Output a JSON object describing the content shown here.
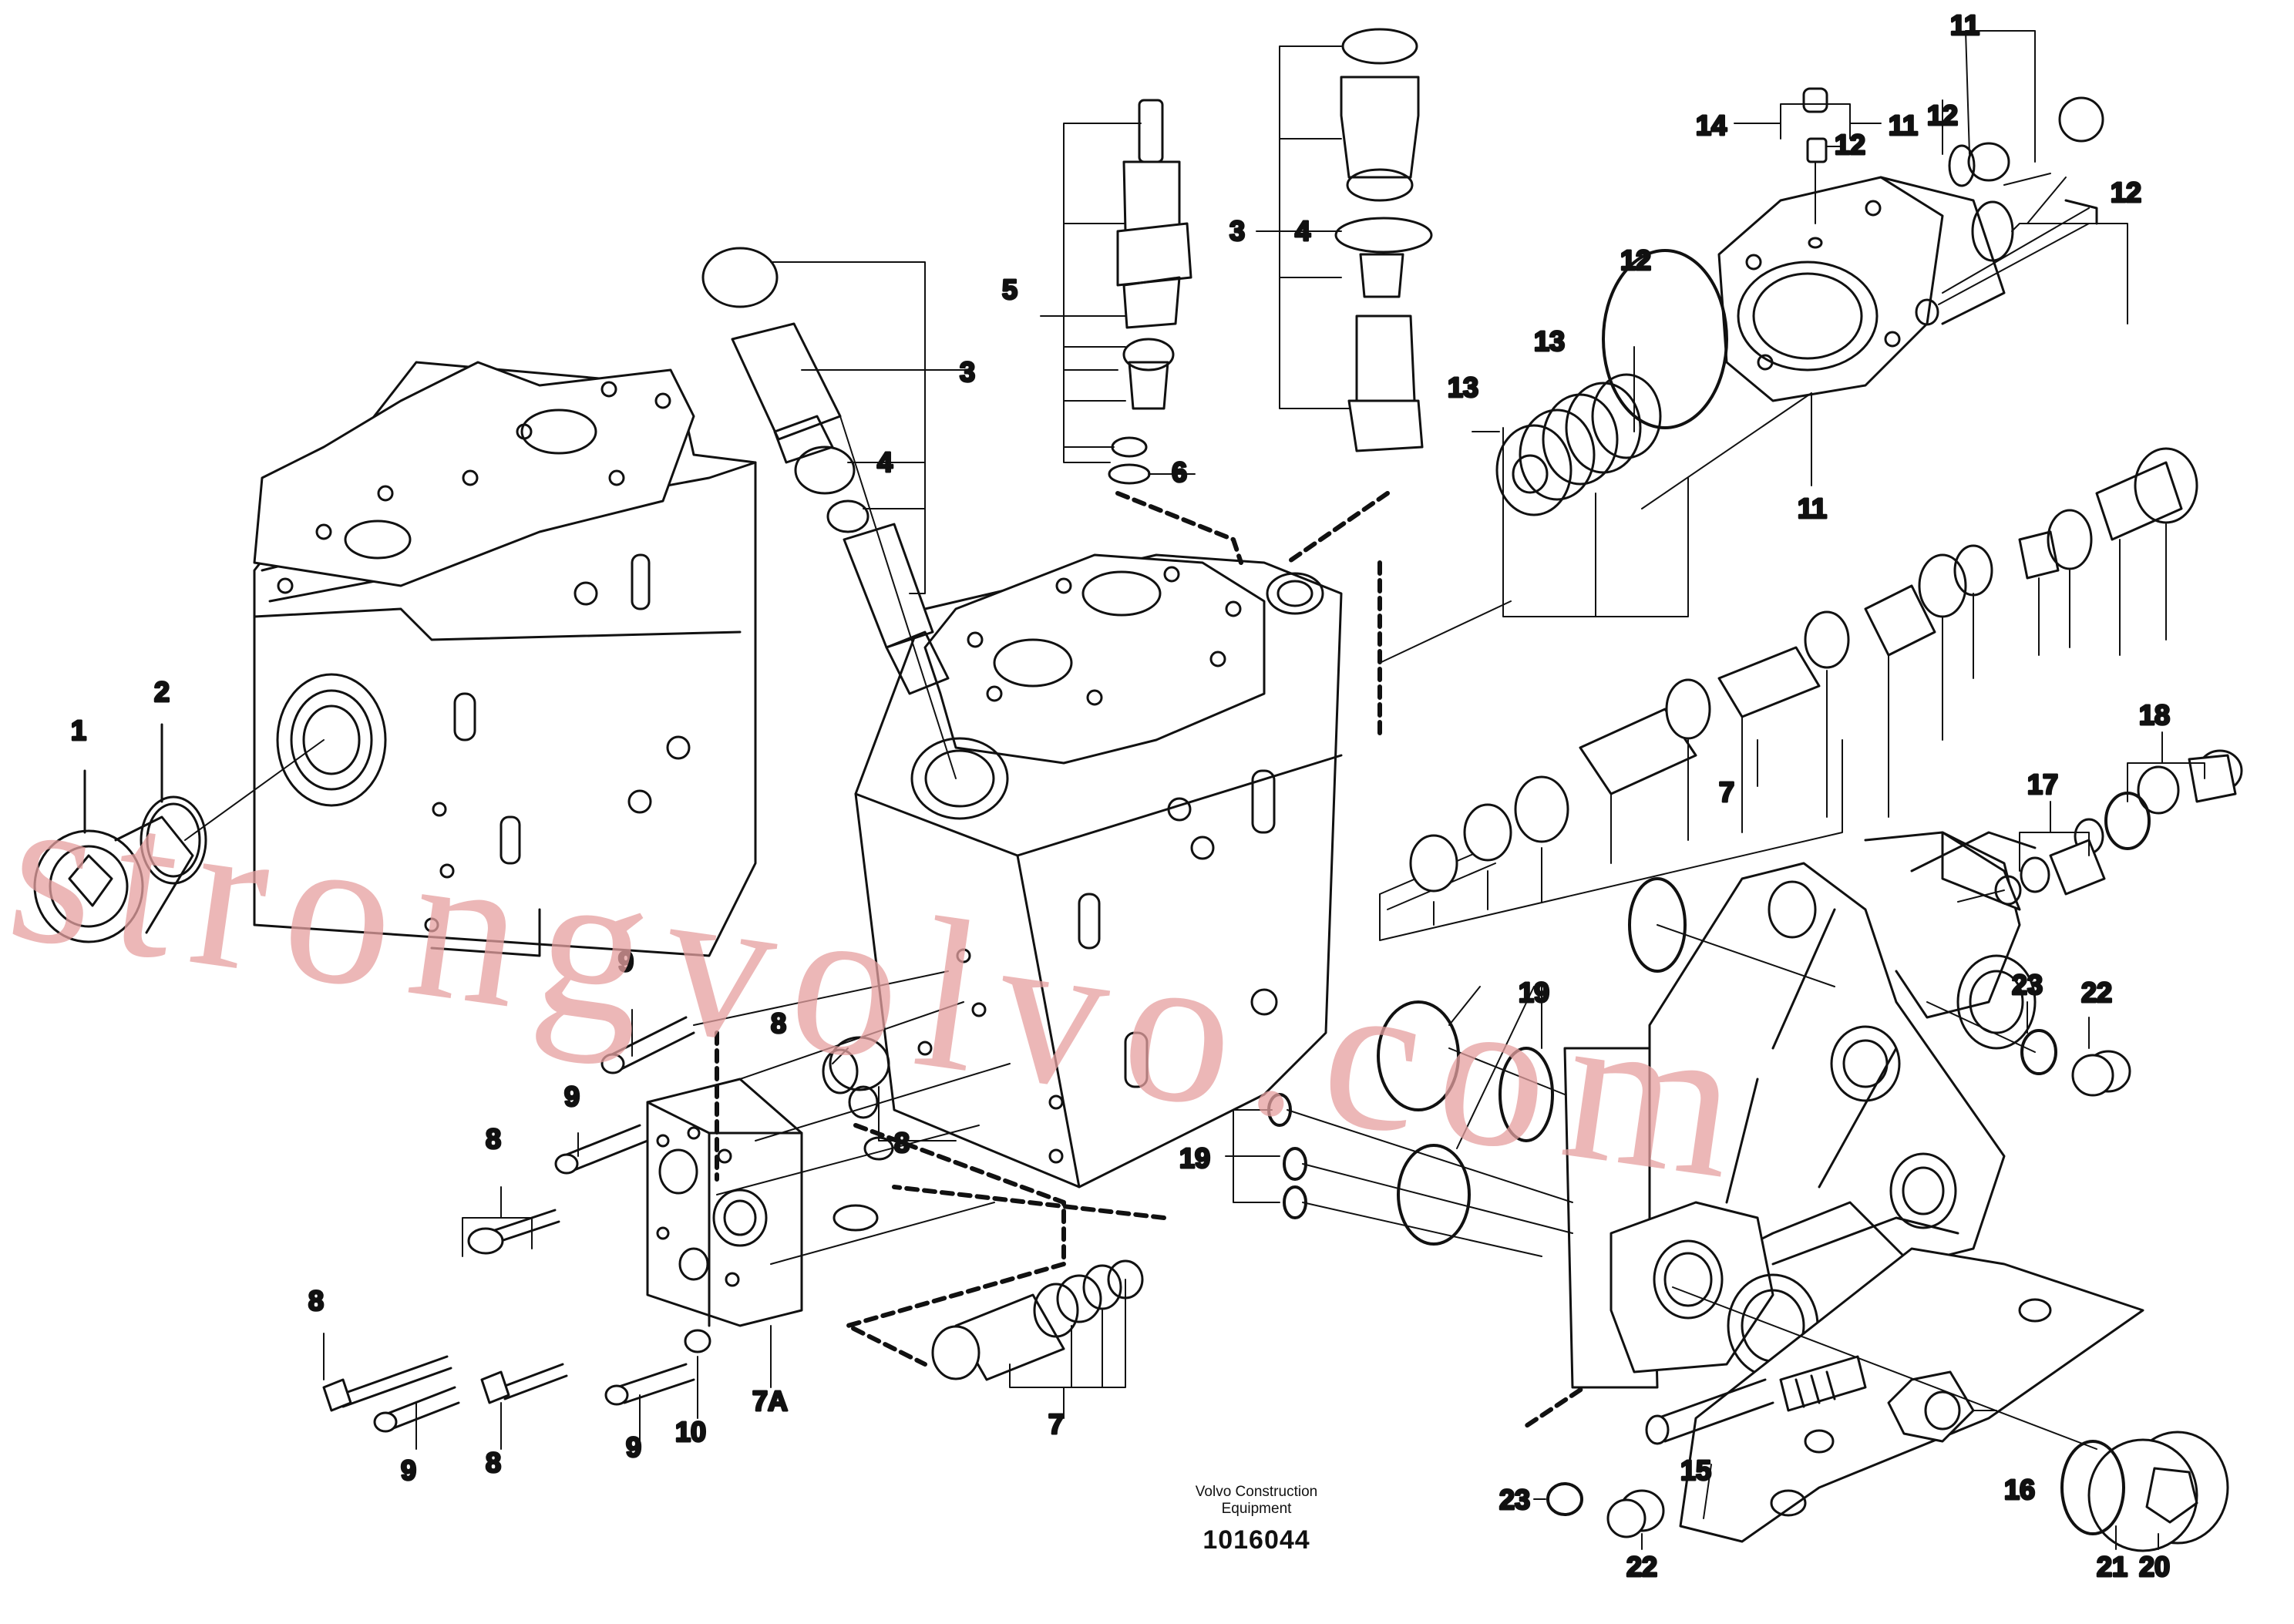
{
  "callouts": [
    {
      "id": "1",
      "label": "1"
    },
    {
      "id": "2",
      "label": "2"
    },
    {
      "id": "3a",
      "label": "3"
    },
    {
      "id": "3b",
      "label": "3"
    },
    {
      "id": "4a",
      "label": "4"
    },
    {
      "id": "4b",
      "label": "4"
    },
    {
      "id": "5",
      "label": "5"
    },
    {
      "id": "6",
      "label": "6"
    },
    {
      "id": "7a",
      "label": "7"
    },
    {
      "id": "7b",
      "label": "7"
    },
    {
      "id": "7A",
      "label": "7A"
    },
    {
      "id": "8a",
      "label": "8"
    },
    {
      "id": "8b",
      "label": "8"
    },
    {
      "id": "8c",
      "label": "8"
    },
    {
      "id": "8d",
      "label": "8"
    },
    {
      "id": "8e",
      "label": "8"
    },
    {
      "id": "9a",
      "label": "9"
    },
    {
      "id": "9b",
      "label": "9"
    },
    {
      "id": "9c",
      "label": "9"
    },
    {
      "id": "9d",
      "label": "9"
    },
    {
      "id": "10",
      "label": "10"
    },
    {
      "id": "11a",
      "label": "11"
    },
    {
      "id": "11b",
      "label": "11"
    },
    {
      "id": "11c",
      "label": "11"
    },
    {
      "id": "12a",
      "label": "12"
    },
    {
      "id": "12b",
      "label": "12"
    },
    {
      "id": "12c",
      "label": "12"
    },
    {
      "id": "12d",
      "label": "12"
    },
    {
      "id": "13a",
      "label": "13"
    },
    {
      "id": "13b",
      "label": "13"
    },
    {
      "id": "14",
      "label": "14"
    },
    {
      "id": "15",
      "label": "15"
    },
    {
      "id": "16",
      "label": "16"
    },
    {
      "id": "17",
      "label": "17"
    },
    {
      "id": "18",
      "label": "18"
    },
    {
      "id": "19a",
      "label": "19"
    },
    {
      "id": "19b",
      "label": "19"
    },
    {
      "id": "20",
      "label": "20"
    },
    {
      "id": "21",
      "label": "21"
    },
    {
      "id": "22a",
      "label": "22"
    },
    {
      "id": "22b",
      "label": "22"
    },
    {
      "id": "23a",
      "label": "23"
    },
    {
      "id": "23b",
      "label": "23"
    }
  ],
  "caption": {
    "company_line1": "Volvo Construction",
    "company_line2": "Equipment",
    "drawing_number": "1016044"
  },
  "watermark": "strongvolvo.com"
}
